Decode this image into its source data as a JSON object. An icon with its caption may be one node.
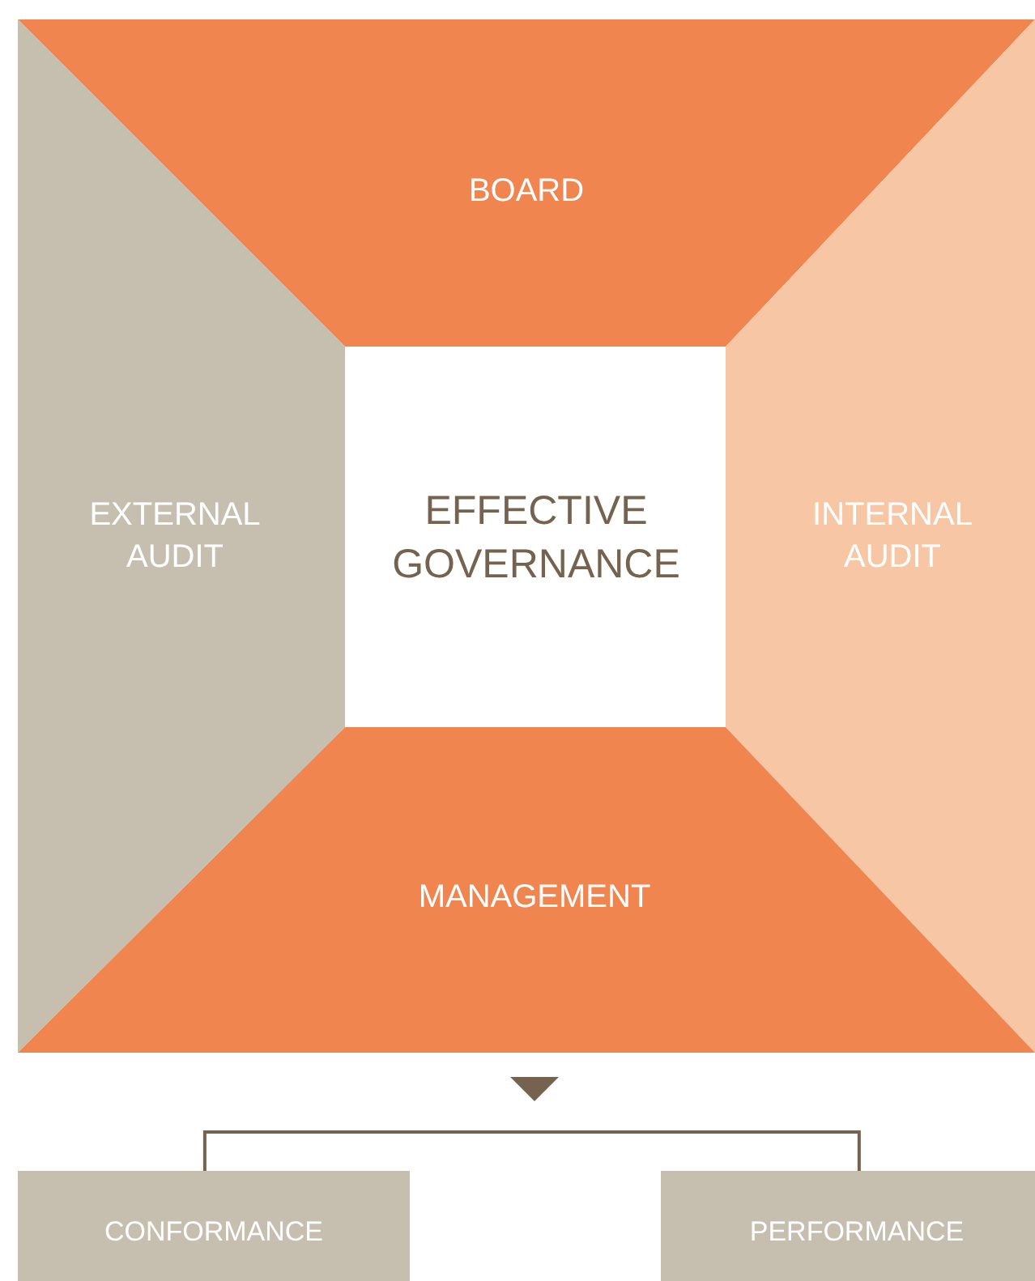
{
  "diagram": {
    "nodes": [
      {
        "text": [
          "BOARD"
        ]
      },
      {
        "text": [
          "EXTERNAL AUDIT"
        ]
      },
      {
        "text": [
          "EFFECTIVE GOVERNANCE"
        ]
      },
      {
        "text": [
          "INTERNAL AUDIT"
        ]
      },
      {
        "text": [
          "MANAGEMENT"
        ]
      },
      {
        "text": [
          "CONFORMANCE"
        ]
      },
      {
        "text": [
          "PERFORMANCE"
        ]
      }
    ],
    "edges": [
      {
        "from": 5,
        "to": 6,
        "arrow": "none"
      }
    ]
  }
}
